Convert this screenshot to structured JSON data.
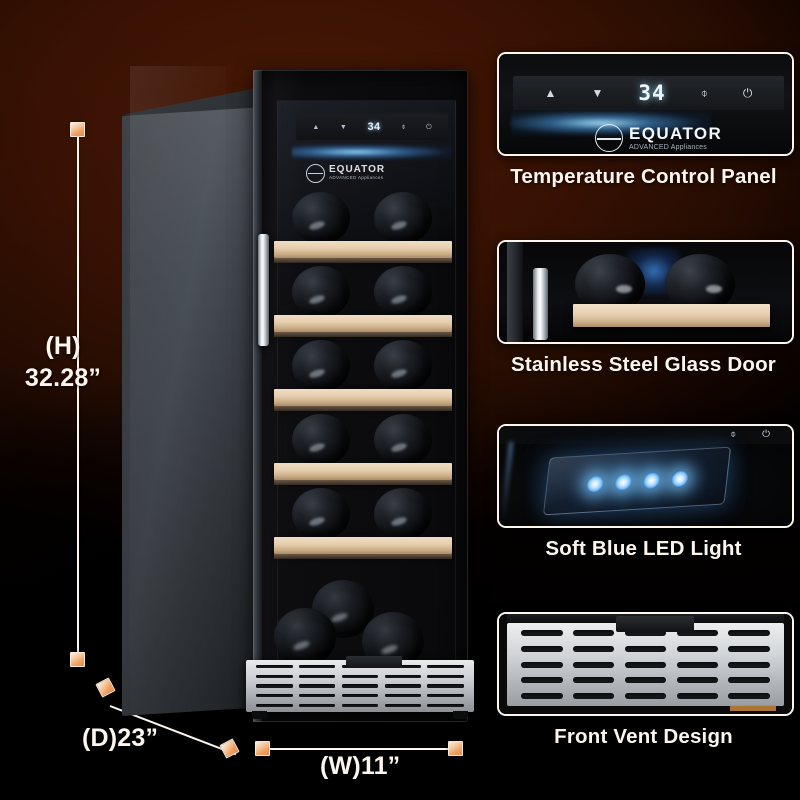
{
  "background": {
    "top_color": "#3a1203",
    "bottom_color": "#050100",
    "accent_marker": "#ef9f5f"
  },
  "product": {
    "brand_main": "EQUATOR",
    "brand_sub": "ADVANCED Appliances",
    "display_value": "34",
    "panel_icons": [
      "up-arrow-icon",
      "down-arrow-icon",
      "temperature-display",
      "light-icon",
      "power-icon"
    ],
    "panel_up": "▲",
    "panel_down": "▼",
    "panel_light": "⌽",
    "panel_power": "⏻"
  },
  "dimensions": {
    "height_label": "(H)",
    "height_value": "32.28”",
    "depth_label": "(D)23”",
    "width_label": "(W)11”"
  },
  "callouts": [
    {
      "id": "temperature-control-panel",
      "caption": "Temperature Control Panel"
    },
    {
      "id": "stainless-steel-glass-door",
      "caption": "Stainless Steel Glass Door"
    },
    {
      "id": "soft-blue-led-light",
      "caption": "Soft Blue LED Light"
    },
    {
      "id": "front-vent-design",
      "caption": "Front Vent Design"
    }
  ]
}
